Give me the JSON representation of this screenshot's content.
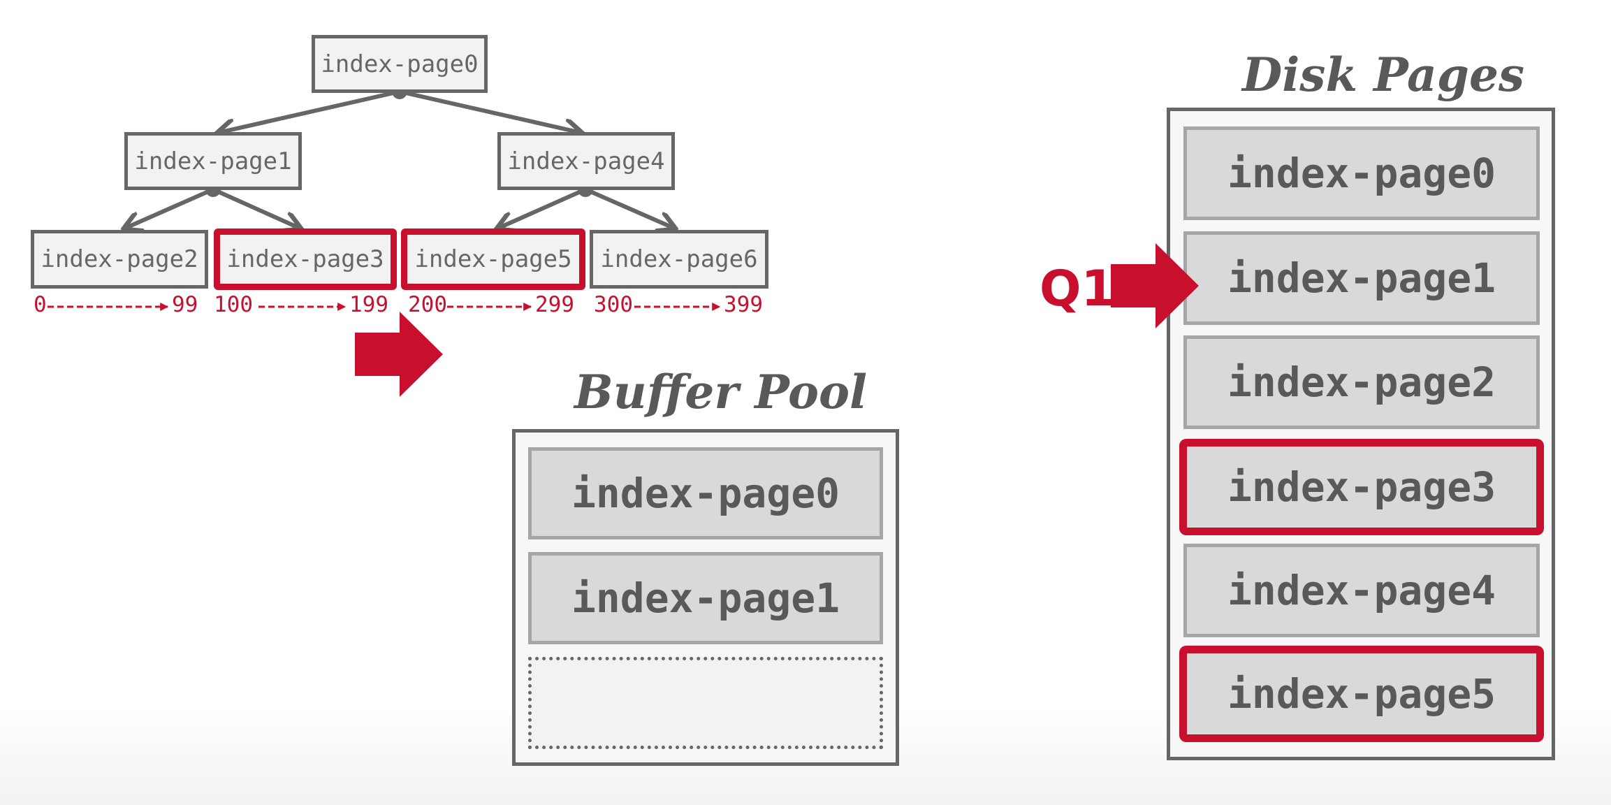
{
  "tree": {
    "root": "index-page0",
    "left": "index-page1",
    "right": "index-page4",
    "leaves": [
      "index-page2",
      "index-page3",
      "index-page5",
      "index-page6"
    ]
  },
  "ranges": [
    {
      "start": "0",
      "end": "99"
    },
    {
      "start": "100",
      "end": "199"
    },
    {
      "start": "200",
      "end": "299"
    },
    {
      "start": "300",
      "end": "399"
    }
  ],
  "buffer_pool": {
    "title": "Buffer Pool",
    "pages": [
      "index-page0",
      "index-page1",
      ""
    ]
  },
  "disk_pages": {
    "title": "Disk Pages",
    "pages": [
      "index-page0",
      "index-page1",
      "index-page2",
      "index-page3",
      "index-page4",
      "index-page5"
    ]
  },
  "query_label": "Q1",
  "colors": {
    "accent": "#c8102e",
    "border": "#666666",
    "page_fill": "#d9d9d9",
    "text": "#595959"
  }
}
